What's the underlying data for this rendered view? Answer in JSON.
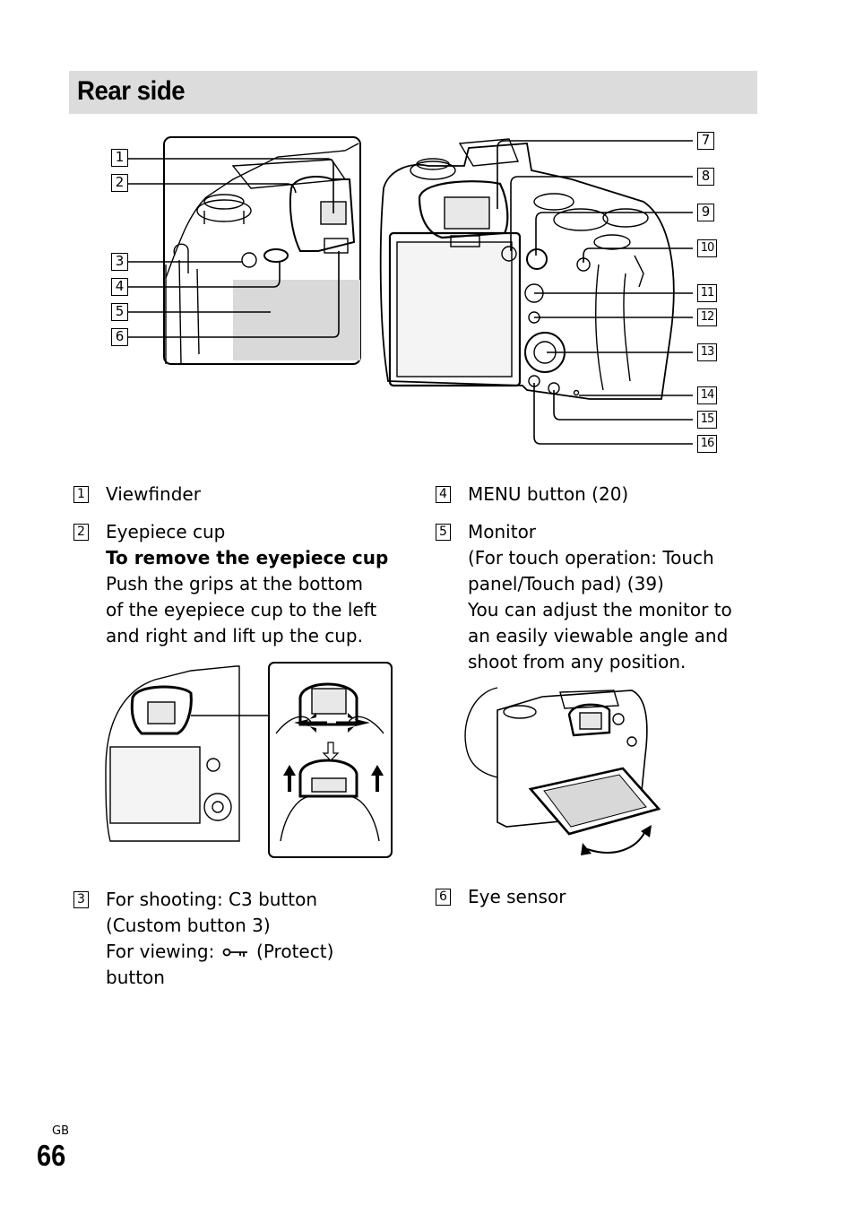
{
  "header": {
    "title": "Rear side"
  },
  "callouts": [
    "1",
    "2",
    "3",
    "4",
    "5",
    "6",
    "7",
    "8",
    "9",
    "10",
    "11",
    "12",
    "13",
    "14",
    "15",
    "16"
  ],
  "items": {
    "i1": {
      "num": "1",
      "lines": [
        "Viewfinder"
      ]
    },
    "i2": {
      "num": "2",
      "title": "Eyepiece cup",
      "subtitle": "To remove the eyepiece cup",
      "lines": [
        "Push the grips at the bottom",
        "of the eyepiece cup to the left",
        "and right and lift up the cup."
      ]
    },
    "i3": {
      "num": "3",
      "lines": [
        "For shooting: C3 button",
        "(Custom button 3)"
      ],
      "viewing_prefix": "For viewing:",
      "viewing_suffix": "(Protect)",
      "last": "button",
      "protect_icon": "key-icon"
    },
    "i4": {
      "num": "4",
      "lines": [
        "MENU button (20)"
      ]
    },
    "i5": {
      "num": "5",
      "title": "Monitor",
      "lines": [
        "(For touch operation: Touch",
        "panel/Touch pad) (39)",
        "You can adjust the monitor to",
        "an easily viewable angle and",
        "shoot from any position."
      ]
    },
    "i6": {
      "num": "6",
      "lines": [
        "Eye sensor"
      ]
    }
  },
  "footer": {
    "lang": "GB",
    "page": "66"
  }
}
